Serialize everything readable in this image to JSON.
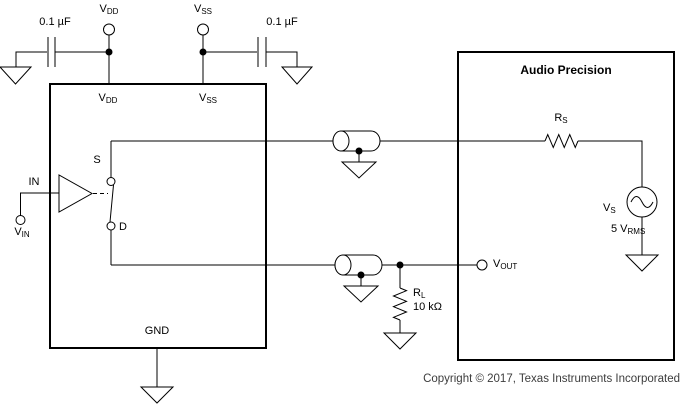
{
  "colors": {
    "line": "#000000",
    "background": "#ffffff",
    "text": "#000000",
    "copyright_text": "#3d3d3d"
  },
  "symbols": [
    "ground-symbol",
    "capacitor-symbol",
    "terminal-circle",
    "buffer-triangle",
    "spdt-switch",
    "coax-shield-cylinder",
    "resistor-zigzag",
    "ac-sine-source",
    "junction-dot"
  ],
  "labels": {
    "cap_left_value": "0.1 µF",
    "cap_right_value": "0.1 µF",
    "vdd_terminal": {
      "main": "V",
      "sub": "DD"
    },
    "vss_terminal": {
      "main": "V",
      "sub": "SS"
    },
    "vdd_pin": {
      "main": "V",
      "sub": "DD"
    },
    "vss_pin": {
      "main": "V",
      "sub": "SS"
    },
    "in_pin": "IN",
    "vin_terminal": {
      "main": "V",
      "sub": "IN"
    },
    "s_pin": "S",
    "d_pin": "D",
    "gnd_pin": "GND",
    "box_title": "Audio Precision",
    "rs_label": {
      "main": "R",
      "sub": "S"
    },
    "vs_label": {
      "main": "V",
      "sub": "S"
    },
    "vs_value": {
      "main": "5 V",
      "sub": "RMS"
    },
    "vout_terminal": {
      "main": "V",
      "sub": "OUT"
    },
    "rl_label": {
      "main": "R",
      "sub": "L"
    },
    "rl_value": "10 kΩ",
    "copyright": "Copyright © 2017, Texas Instruments Incorporated"
  }
}
